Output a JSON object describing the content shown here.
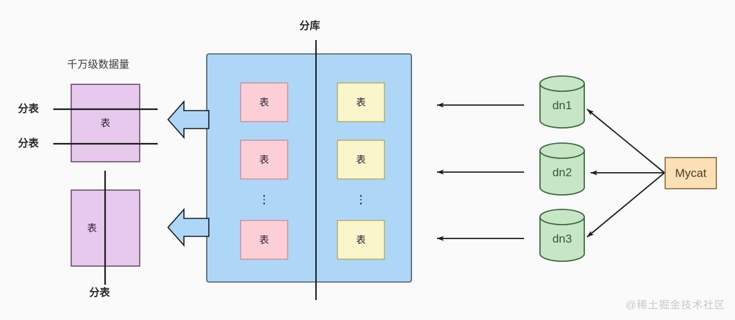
{
  "diagram": {
    "title_left": "千万级数据量",
    "label_split_db": "分库",
    "label_split_table_1": "分表",
    "label_split_table_2": "分表",
    "label_split_table_3": "分表",
    "table_label": "表",
    "left_tables": [
      {
        "name": "upper-purple-table",
        "label": "表"
      },
      {
        "name": "lower-purple-table",
        "label": "表"
      }
    ],
    "shard_panel": {
      "left_column": [
        {
          "label": "表"
        },
        {
          "label": "表"
        },
        {
          "label": "表"
        }
      ],
      "right_column": [
        {
          "label": "表"
        },
        {
          "label": "表"
        },
        {
          "label": "表"
        }
      ],
      "ellipsis": "⋮"
    },
    "datanodes": [
      {
        "id": "dn1",
        "label": "dn1"
      },
      {
        "id": "dn2",
        "label": "dn2"
      },
      {
        "id": "dn3",
        "label": "dn3"
      }
    ],
    "middleware": {
      "label": "Mycat"
    },
    "watermark": "@稀土掘金技术社区",
    "colors": {
      "background": "#fbfafb",
      "panel_fill": "#aed7f7",
      "panel_stroke": "#4a5a6a",
      "pink_fill": "#fbcfd5",
      "pink_stroke": "#c98f9c",
      "yellow_fill": "#fbf5cc",
      "yellow_stroke": "#b5a95f",
      "purple_fill": "#e6c9ec",
      "purple_stroke": "#6b4b72",
      "green_fill": "#c6e6c6",
      "green_stroke": "#3d6b3d",
      "orange_fill": "#fbe0b5",
      "orange_stroke": "#8a6a3a",
      "arrow_fill": "#aed7f7",
      "line": "#1a1a1a",
      "watermark": "#c9c9c9"
    }
  }
}
